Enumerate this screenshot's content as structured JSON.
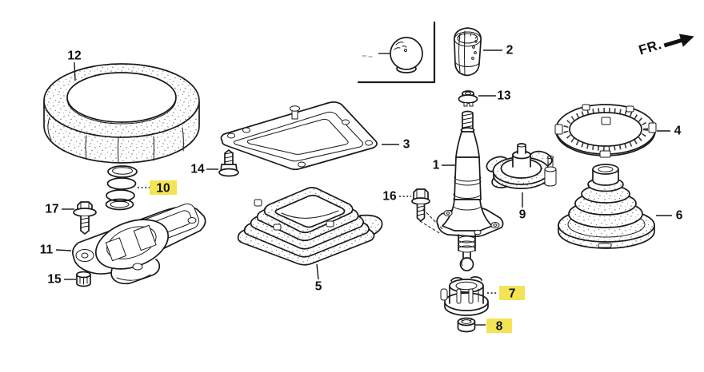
{
  "colors": {
    "background": "#ffffff",
    "line": "#1a1a1a",
    "highlight": "#f3e455",
    "label_text": "#111111"
  },
  "direction_indicator": {
    "label": "FR."
  },
  "callouts": {
    "c1": {
      "text": "1",
      "highlighted": false
    },
    "c2": {
      "text": "2",
      "highlighted": false
    },
    "c3": {
      "text": "3",
      "highlighted": false
    },
    "c4": {
      "text": "4",
      "highlighted": false
    },
    "c5": {
      "text": "5",
      "highlighted": false
    },
    "c6": {
      "text": "6",
      "highlighted": false
    },
    "c7": {
      "text": "7",
      "highlighted": true
    },
    "c8": {
      "text": "8",
      "highlighted": true
    },
    "c9": {
      "text": "9",
      "highlighted": false
    },
    "c10": {
      "text": "10",
      "highlighted": true
    },
    "c11": {
      "text": "11",
      "highlighted": false
    },
    "c12": {
      "text": "12",
      "highlighted": false
    },
    "c13": {
      "text": "13",
      "highlighted": false
    },
    "c14": {
      "text": "14",
      "highlighted": false
    },
    "c15": {
      "text": "15",
      "highlighted": false
    },
    "c16": {
      "text": "16",
      "highlighted": false
    },
    "c17": {
      "text": "17",
      "highlighted": false
    }
  }
}
